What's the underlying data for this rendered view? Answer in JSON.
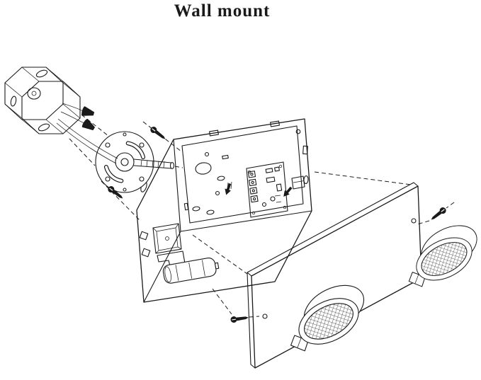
{
  "title": "Wall mount",
  "colors": {
    "ink": "#1a1a1a",
    "background": "#ffffff"
  },
  "parts": [
    "octagonal-junction-box",
    "wire-nuts",
    "round-mounting-plate",
    "mounting-screws",
    "back-box-housing",
    "circuit-board",
    "terminal-block",
    "transformer",
    "battery",
    "front-cover-panel",
    "lamp-head-left",
    "lamp-head-right",
    "panel-screws"
  ]
}
